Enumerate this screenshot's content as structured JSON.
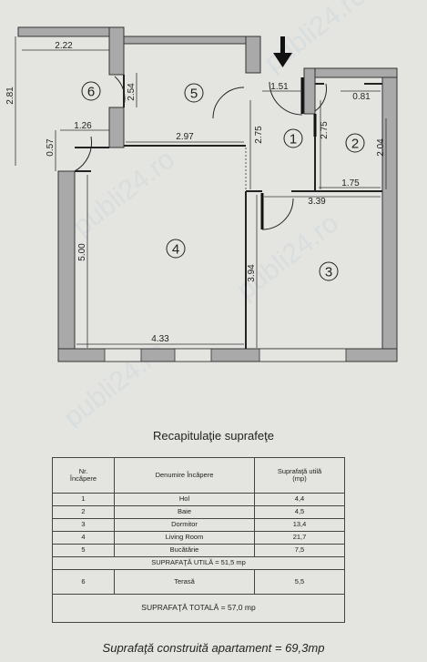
{
  "floorplan": {
    "dimensions": {
      "d_222": "2.22",
      "d_281": "2.81",
      "d_254": "2.54",
      "d_126": "1.26",
      "d_057": "0.57",
      "d_297": "2.97",
      "d_151": "1.51",
      "d_275a": "2.75",
      "d_275b": "2.75",
      "d_081": "0.81",
      "d_204": "2.04",
      "d_175": "1.75",
      "d_339": "3.39",
      "d_500": "5.00",
      "d_394": "3.94",
      "d_433": "4.33"
    },
    "rooms": {
      "r1": "1",
      "r2": "2",
      "r3": "3",
      "r4": "4",
      "r5": "5",
      "r6": "6"
    }
  },
  "summary": {
    "title": "Recapitulaţie suprafeţe",
    "headers": {
      "col1": "Nr.\nÎncăpere",
      "col2": "Denumire Încăpere",
      "col3": "Suprafaţă utilă\n(mp)"
    },
    "rows": [
      {
        "nr": "1",
        "name": "Hol",
        "area": "4,4"
      },
      {
        "nr": "2",
        "name": "Baie",
        "area": "4,5"
      },
      {
        "nr": "3",
        "name": "Dormitor",
        "area": "13,4"
      },
      {
        "nr": "4",
        "name": "Living Room",
        "area": "21,7"
      },
      {
        "nr": "5",
        "name": "Bucătărie",
        "area": "7,5"
      }
    ],
    "utila_text": "SUPRAFAŢĂ UTILĂ = 51,5 mp",
    "terrace": {
      "nr": "6",
      "name": "Terasă",
      "area": "5,5"
    },
    "totala_text": "SUPRAFAŢĂ TOTALĂ = 57,0 mp"
  },
  "footer": {
    "text": "Suprafaţă construită apartament = 69,3mp"
  }
}
